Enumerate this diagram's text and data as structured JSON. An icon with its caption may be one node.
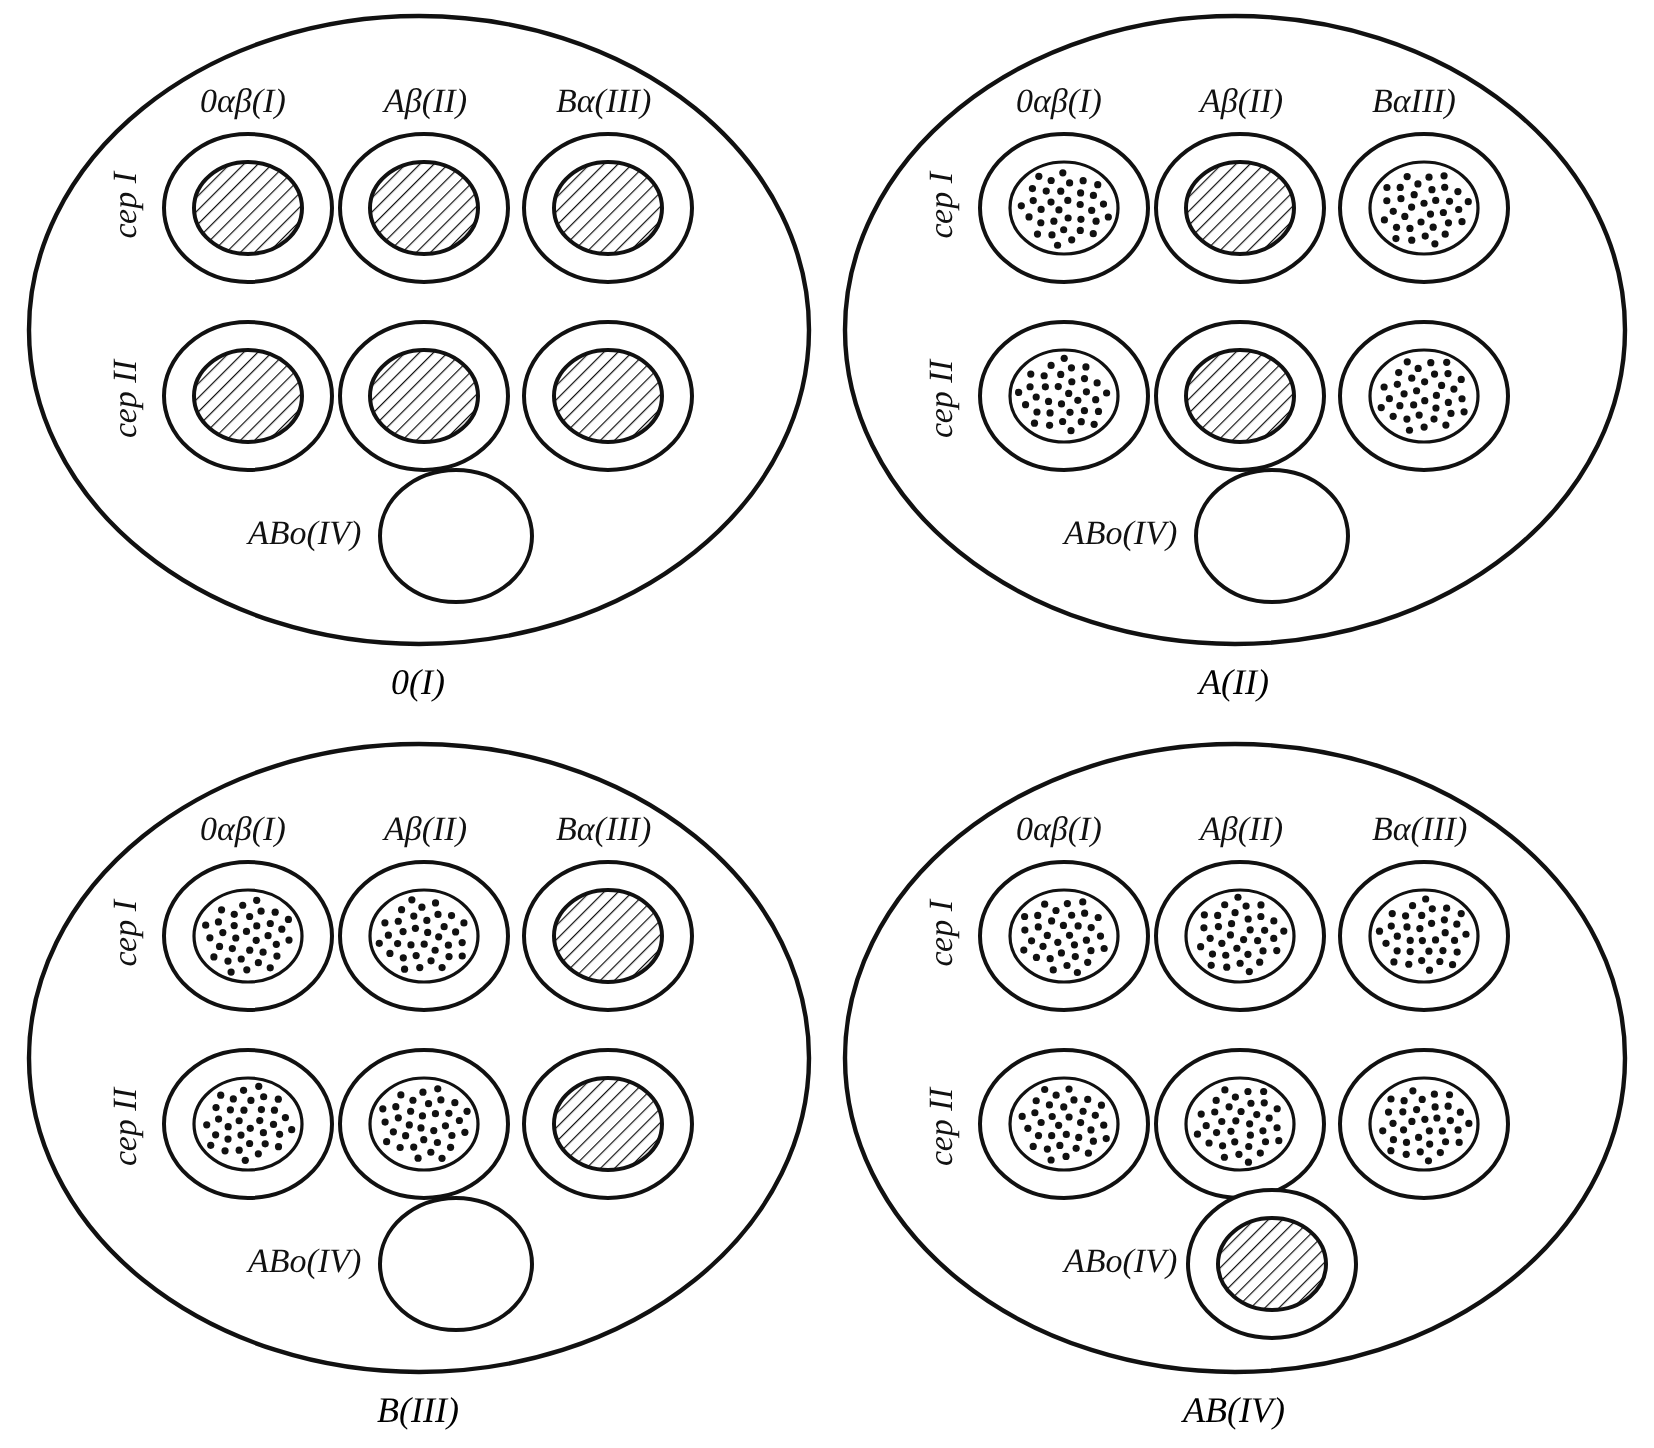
{
  "diagram": {
    "nodes": [
      {
        "text": [
          "0αβ(I)",
          "Aβ(II)",
          "Bα(III)",
          "сер I",
          "сер II",
          "ABo(IV)"
        ],
        "beside": [
          "0(I)"
        ]
      },
      {
        "text": [],
        "shape": "circle",
        "in": 0
      },
      {
        "text": [],
        "shape": "circle",
        "in": 0
      },
      {
        "text": [],
        "shape": "circle",
        "in": 0
      },
      {
        "text": [],
        "shape": "circle",
        "in": 0
      },
      {
        "text": [],
        "shape": "circle",
        "in": 0
      },
      {
        "text": [],
        "shape": "circle",
        "in": 0
      },
      {
        "text": [],
        "shape": "circle",
        "in": 0
      },
      {
        "text": [
          "0αβ(I)",
          "Aβ(II)",
          "BαIII)",
          "сер I",
          "сер II",
          "ABo(IV)"
        ],
        "beside": [
          "A(II)"
        ]
      },
      {
        "text": [],
        "shape": "circle",
        "in": 8
      },
      {
        "text": [],
        "shape": "circle",
        "in": 8
      },
      {
        "text": [],
        "shape": "circle",
        "in": 8
      },
      {
        "text": [],
        "shape": "circle",
        "in": 8
      },
      {
        "text": [],
        "shape": "circle",
        "in": 8
      },
      {
        "text": [],
        "shape": "circle",
        "in": 8
      },
      {
        "text": [],
        "shape": "circle",
        "in": 8
      },
      {
        "text": [
          "0αβ(I)",
          "Aβ(II)",
          "Bα(III)",
          "сер I",
          "сер II",
          "ABo(IV)"
        ],
        "beside": [
          "B(III)"
        ]
      },
      {
        "text": [],
        "shape": "circle",
        "in": 16
      },
      {
        "text": [],
        "shape": "circle",
        "in": 16
      },
      {
        "text": [],
        "shape": "circle",
        "in": 16
      },
      {
        "text": [],
        "shape": "circle",
        "in": 16
      },
      {
        "text": [],
        "shape": "circle",
        "in": 16
      },
      {
        "text": [],
        "shape": "circle",
        "in": 16
      },
      {
        "text": [],
        "shape": "circle",
        "in": 16
      },
      {
        "text": [
          "0αβ(I)",
          "Aβ(II)",
          "Bα(III)",
          "сер I",
          "сер II",
          "ABo(IV)"
        ],
        "beside": [
          "AB(IV)"
        ]
      },
      {
        "text": [],
        "shape": "circle",
        "in": 24
      },
      {
        "text": [],
        "shape": "circle",
        "in": 24
      },
      {
        "text": [],
        "shape": "circle",
        "in": 24
      },
      {
        "text": [],
        "shape": "circle",
        "in": 24
      },
      {
        "text": [],
        "shape": "circle",
        "in": 24
      },
      {
        "text": [],
        "shape": "circle",
        "in": 24
      },
      {
        "text": [],
        "shape": "circle",
        "in": 24
      }
    ]
  }
}
